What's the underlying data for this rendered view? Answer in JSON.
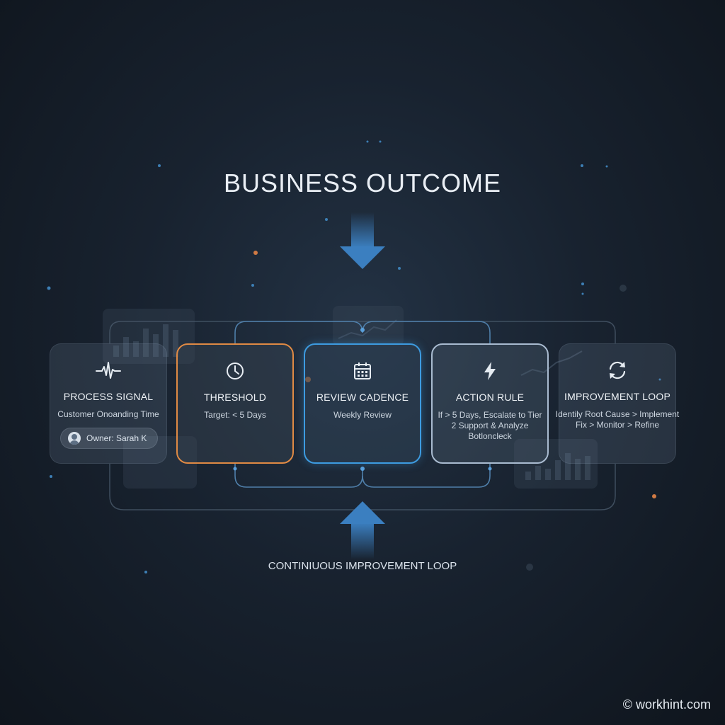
{
  "title": "BUSINESS OUTCOME",
  "loop_label": "CONTINIUOUS IMPROVEMENT LOOP",
  "cards": [
    {
      "label": "PROCESS SIGNAL",
      "description": "Customer Onoanding Time",
      "owner": "Owner: Sarah K",
      "icon": "pulse-icon"
    },
    {
      "label": "THRESHOLD",
      "description": "Target: < 5 Days",
      "icon": "clock-icon",
      "accent": "#e08a44"
    },
    {
      "label": "REVIEW CADENCE",
      "description": "Weekly Review",
      "icon": "calendar-icon",
      "accent": "#3d9be0"
    },
    {
      "label": "ACTION RULE",
      "description": "If > 5 Days, Escalate to Tier 2 Support & Analyze Botloncleck",
      "icon": "lightning-icon",
      "accent": "#a9bbd0"
    },
    {
      "label": "IMPROVEMENT LOOP",
      "description": "Identily Root Cause > Implement Fix > Monitor > Refine",
      "icon": "refresh-cycle-icon"
    }
  ],
  "watermark": "© workhint.com",
  "colors": {
    "orange_accent": "#e08a44",
    "blue_accent": "#3d9be0",
    "background": "#18222f"
  }
}
